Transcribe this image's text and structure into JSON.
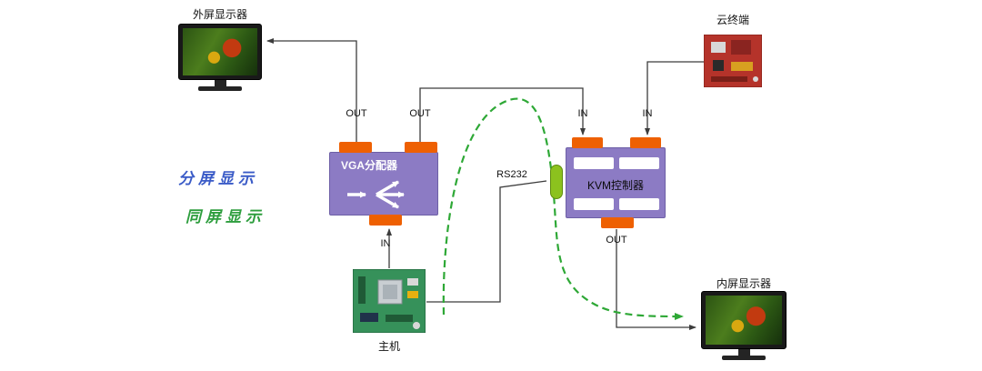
{
  "legend": {
    "split_screen_label": "分屏显示",
    "same_screen_label": "同屏显示"
  },
  "nodes": {
    "external_monitor_label": "外屏显示器",
    "cloud_terminal_label": "云终端",
    "vga_splitter_label": "VGA分配器",
    "kvm_controller_label": "KVM控制器",
    "host_label": "主机",
    "internal_monitor_label": "内屏显示器"
  },
  "ports": {
    "vga_out_left": "OUT",
    "vga_out_right": "OUT",
    "vga_in": "IN",
    "kvm_in_left": "IN",
    "kvm_in_right": "IN",
    "kvm_out": "OUT",
    "rs232_label": "RS232"
  },
  "colors": {
    "box_purple": "#8C7BC4",
    "tab_orange": "#EE6002",
    "connector_green": "#8CC21E",
    "line_black": "#3C3C3C",
    "dashed_green": "#2EA836",
    "legend_blue": "#3A5BC7",
    "legend_green": "#2E9E3E"
  }
}
